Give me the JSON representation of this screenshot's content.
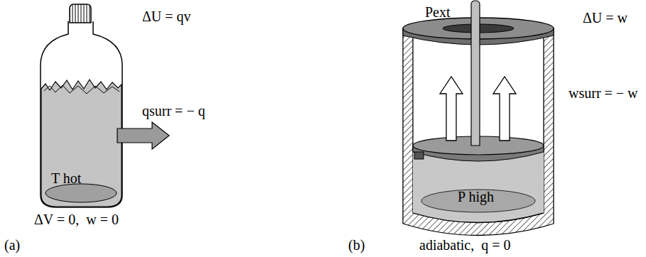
{
  "diagram": {
    "labels": [
      "ΔU = qv",
      "qsurr = − q",
      "T hot",
      "ΔV = 0,  w = 0",
      "(a)",
      "Pext",
      "ΔU = w",
      "wsurr = − w",
      "P high",
      "adiabatic,  q = 0",
      "(b)"
    ]
  }
}
